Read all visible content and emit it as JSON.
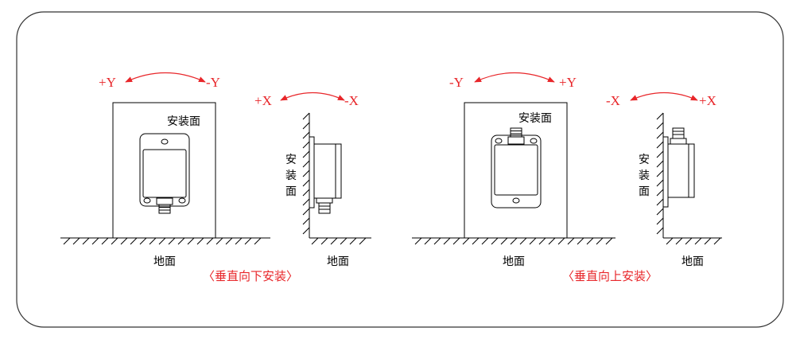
{
  "colors": {
    "accent": "#e8262a",
    "line": "#000000",
    "frame": "#333333"
  },
  "left_panel": {
    "front_arrow": {
      "left": "+Y",
      "right": "-Y"
    },
    "side_arrow": {
      "left": "+X",
      "right": "-X"
    },
    "front_label": "安装面",
    "side_label_chars": [
      "安",
      "装",
      "面"
    ],
    "ground_front": "地面",
    "ground_side": "地面",
    "caption": "〈垂直向下安装〉"
  },
  "right_panel": {
    "front_arrow": {
      "left": "-Y",
      "right": "+Y"
    },
    "side_arrow": {
      "left": "-X",
      "right": "+X"
    },
    "front_label": "安装面",
    "side_label_chars": [
      "安",
      "装",
      "面"
    ],
    "ground_front": "地面",
    "ground_side": "地面",
    "caption": "〈垂直向上安装〉"
  }
}
